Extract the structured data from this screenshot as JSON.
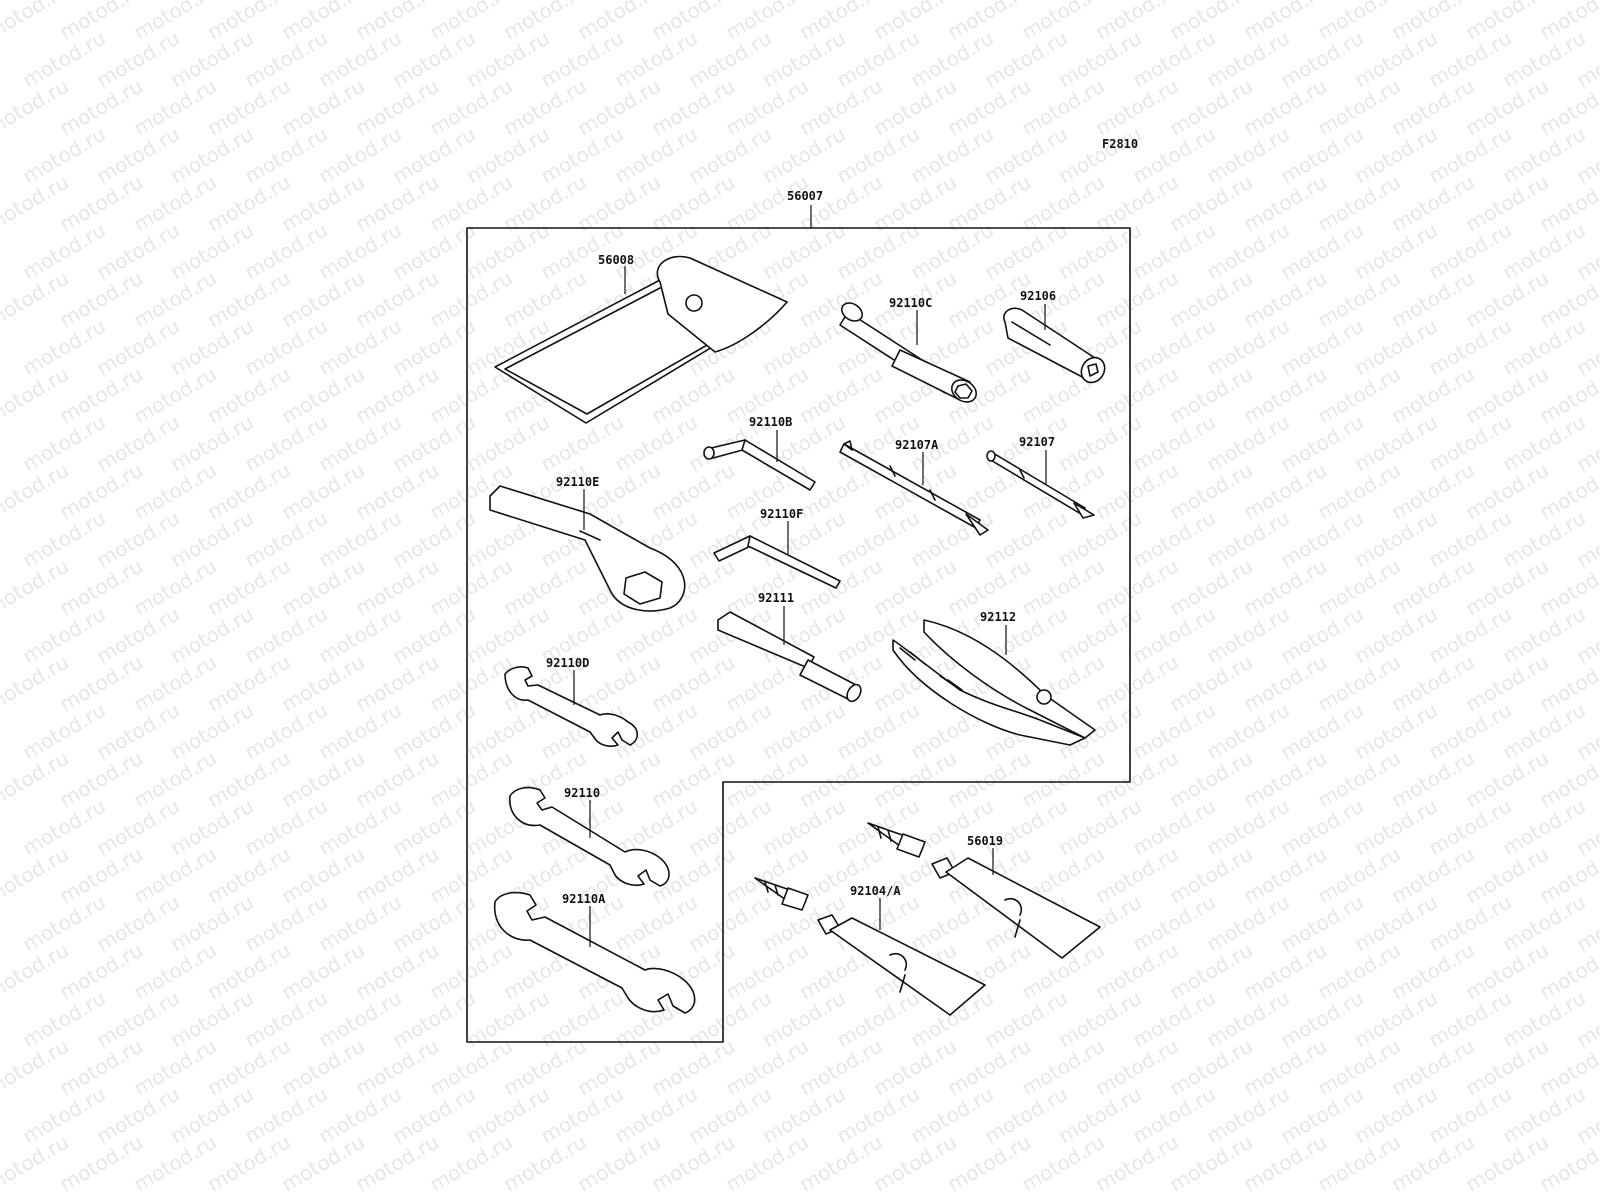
{
  "watermark": {
    "text": "motod.ru",
    "color": "#e6e6e6"
  },
  "figure_code": "F2810",
  "parts": {
    "tool_kit": "56007",
    "pouch": "56008",
    "socket_wrench": "92110C",
    "handle": "92106",
    "hex_wrench_b": "92110B",
    "screwdriver_a": "92107A",
    "screwdriver": "92107",
    "ring_wrench": "92110E",
    "hex_wrench_f": "92110F",
    "extension_bar": "92111",
    "pliers": "92112",
    "wrench_d": "92110D",
    "wrench": "92110",
    "wrench_a": "92110A",
    "grease_tube": "92104/A",
    "grease_tube_2": "56019"
  }
}
